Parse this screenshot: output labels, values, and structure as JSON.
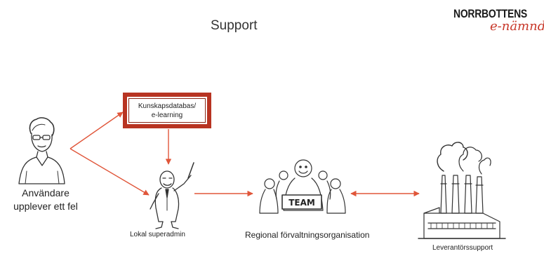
{
  "title": "Support",
  "logo": {
    "top": "NORRBOTTENS",
    "bottom": "e-nämnd."
  },
  "nodes": {
    "user": {
      "line1": "Användare",
      "line2": "upplever ett fel"
    },
    "knowledge": {
      "line1": "Kunskapsdatabas/",
      "line2": "e-learning"
    },
    "superadmin": "Lokal superadmin",
    "team_badge": "TEAM",
    "region": "Regional förvaltningsorganisation",
    "vendor": "Leverantörssupport"
  },
  "colors": {
    "arrow": "#e0563a",
    "box_border": "#b83422",
    "logo_accent": "#c8382a"
  }
}
